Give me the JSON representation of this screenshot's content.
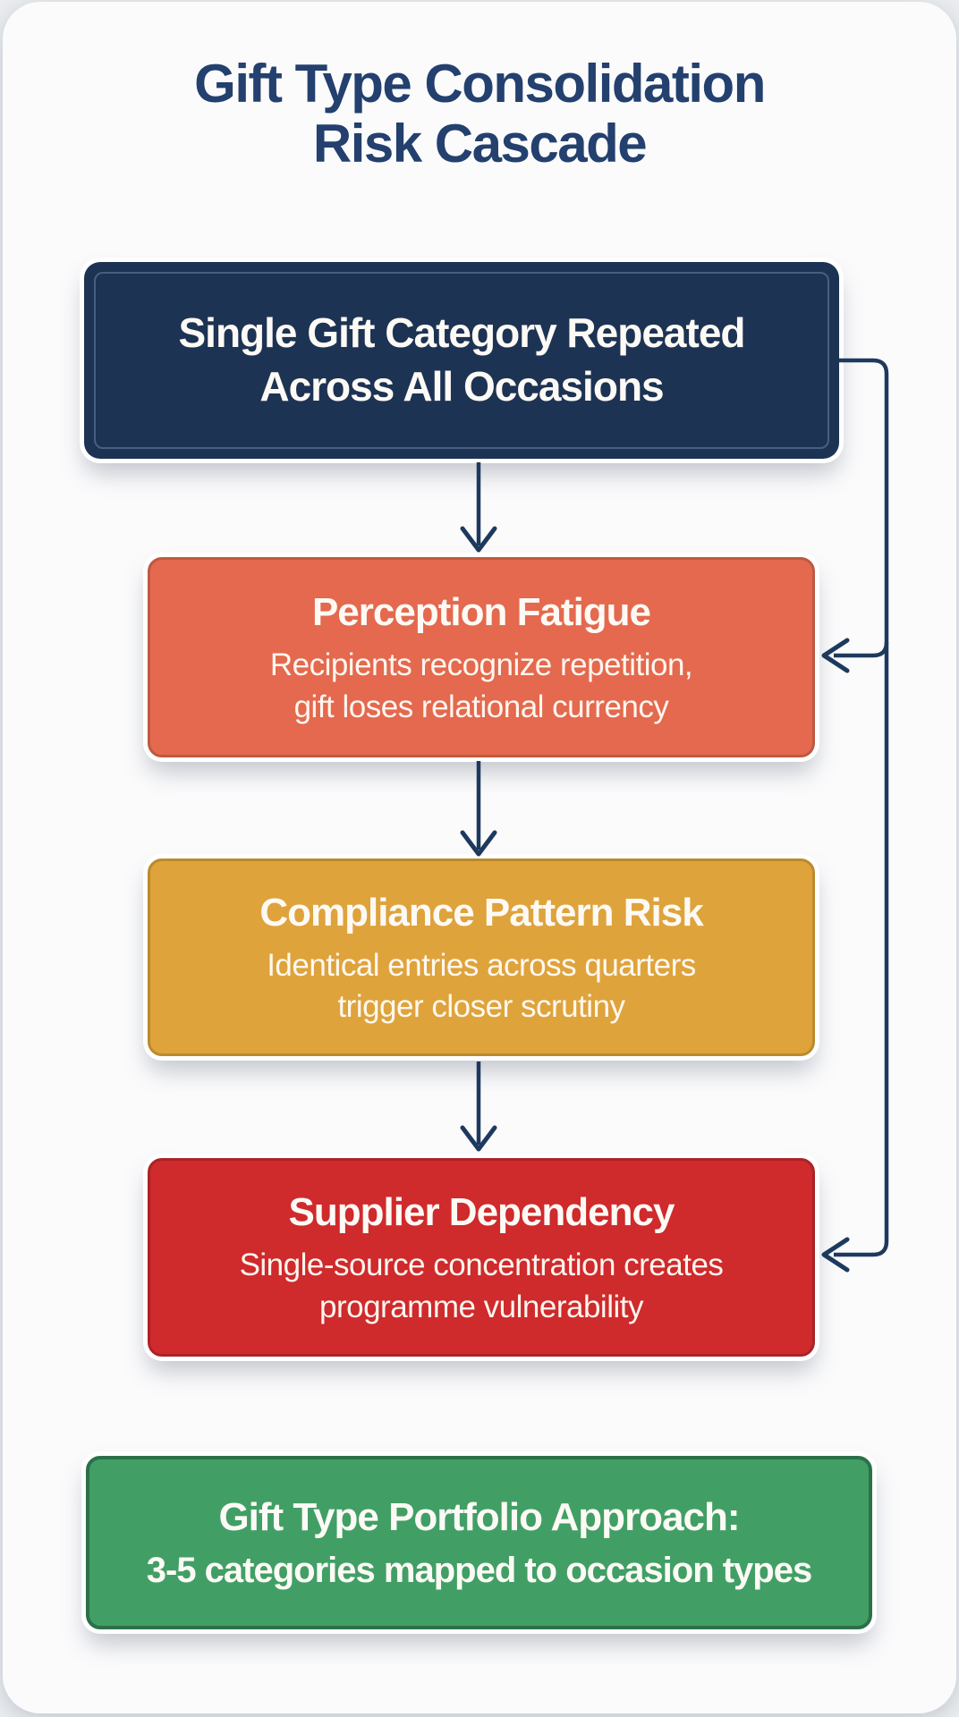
{
  "title": "Gift Type Consolidation\nRisk Cascade",
  "boxes": [
    {
      "name": "single-gift-category",
      "heading": "Single Gift Category Repeated\nAcross All Occasions",
      "subtitle": ""
    },
    {
      "name": "perception-fatigue",
      "heading": "Perception Fatigue",
      "subtitle": "Recipients recognize repetition,\ngift loses relational currency"
    },
    {
      "name": "compliance-pattern-risk",
      "heading": "Compliance Pattern Risk",
      "subtitle": "Identical entries across quarters\ntrigger closer scrutiny"
    },
    {
      "name": "supplier-dependency",
      "heading": "Supplier Dependency",
      "subtitle": "Single-source concentration creates\nprogramme vulnerability"
    }
  ],
  "outcome": {
    "line1": "Gift Type Portfolio Approach:",
    "line2": "3-5 categories mapped to occasion types"
  },
  "colors": {
    "page_bg": "#eceef1",
    "card_bg": "#fbfbfc",
    "title": "#23406e",
    "arrow": "#1d3a5e",
    "box_text": "#fdfaf5",
    "navy": "#1d3354",
    "navy_stroke": "#8fa9c9",
    "coral": "#e4694e",
    "coral_border": "#bd5941",
    "amber": "#dfa33c",
    "amber_border": "#bb8a2d",
    "red": "#cf2a2c",
    "red_border": "#aa2326",
    "green": "#419f66",
    "green_border": "#2b7048"
  }
}
